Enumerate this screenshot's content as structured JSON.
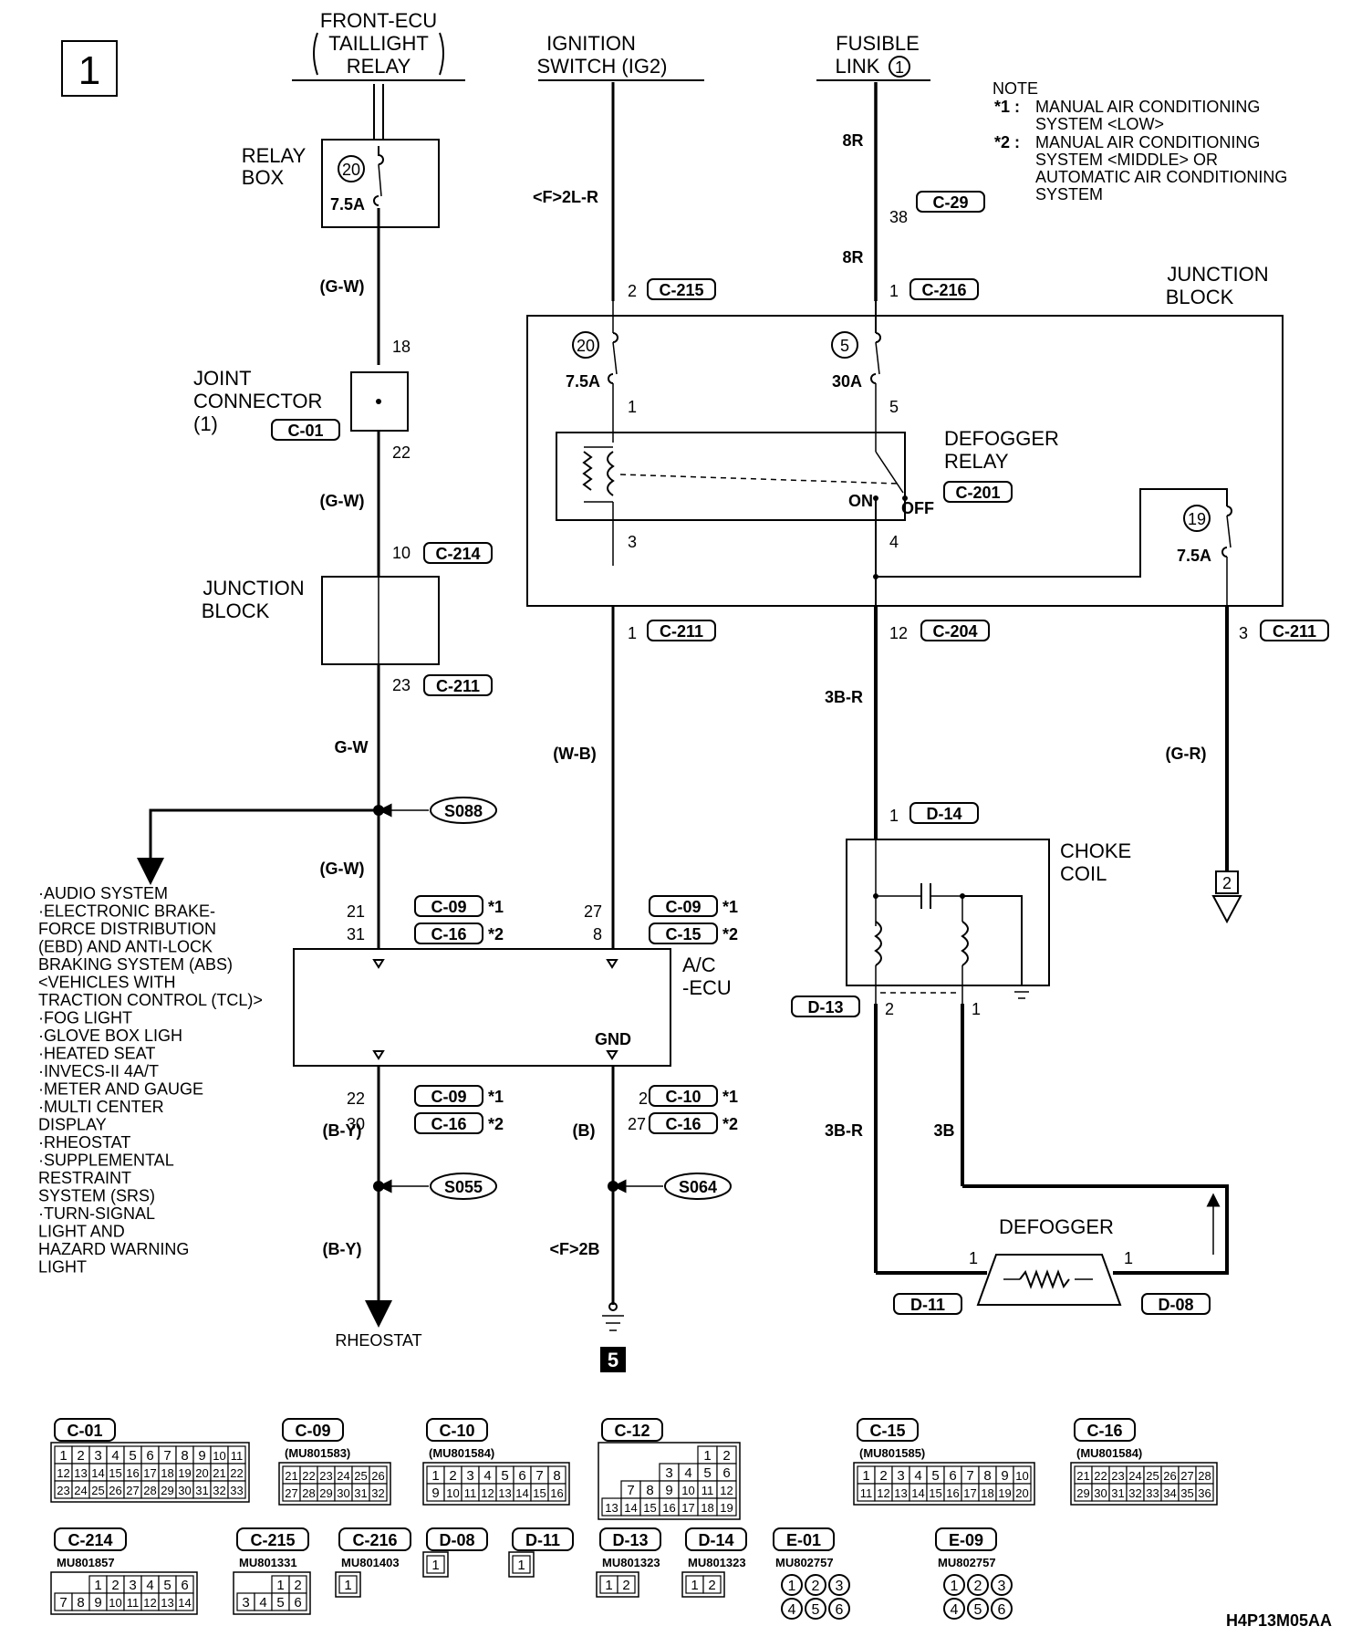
{
  "page_number": "1",
  "sources": {
    "taillight_relay": [
      "FRONT-ECU",
      "TAILLIGHT",
      "RELAY"
    ],
    "ignition": [
      "IGNITION",
      "SWITCH (IG2)"
    ],
    "fusible": [
      "FUSIBLE",
      "LINK"
    ],
    "fusible_no": "1"
  },
  "note": {
    "title": "NOTE",
    "n1_mark": "*1 :",
    "n1": [
      "MANUAL AIR CONDITIONING",
      "SYSTEM <LOW>"
    ],
    "n2_mark": "*2 :",
    "n2": [
      "MANUAL AIR CONDITIONING",
      "SYSTEM <MIDDLE> OR",
      "AUTOMATIC AIR CONDITIONING",
      "SYSTEM"
    ]
  },
  "components": {
    "relay_box": [
      "RELAY",
      "BOX"
    ],
    "joint_connector": [
      "JOINT",
      "CONNECTOR",
      "(1)"
    ],
    "junction_block_left": [
      "JUNCTION",
      "BLOCK"
    ],
    "junction_block_main": [
      "JUNCTION",
      "BLOCK"
    ],
    "defogger_relay": [
      "DEFOGGER",
      "RELAY"
    ],
    "choke_coil": [
      "CHOKE",
      "COIL"
    ],
    "ac_ecu": [
      "A/C",
      "-ECU"
    ],
    "defogger": "DEFOGGER",
    "rheostat": "RHEOSTAT",
    "gnd": "GND",
    "relay_on": "ON",
    "relay_off": "OFF"
  },
  "fuses": {
    "f20_box": {
      "no": "20",
      "rating": "7.5A"
    },
    "f20_jb": {
      "no": "20",
      "rating": "7.5A"
    },
    "f5_jb": {
      "no": "5",
      "rating": "30A"
    },
    "f19_jb": {
      "no": "19",
      "rating": "7.5A"
    }
  },
  "wires": {
    "gw1": "(G-W)",
    "gw2": "(G-W)",
    "gw3": "G-W",
    "gw4": "(G-W)",
    "f2lr": "<F>2L-R",
    "wb": "(W-B)",
    "r8a": "8R",
    "r8b": "8R",
    "b3r1": "3B-R",
    "b3r2": "3B-R",
    "b3": "3B",
    "gr": "(G-R)",
    "by1": "(B-Y)",
    "by2": "(B-Y)",
    "b": "(B)",
    "f2b": "<F>2B"
  },
  "connectors": {
    "c29": {
      "pin": "38",
      "id": "C-29"
    },
    "c215": {
      "pin": "2",
      "id": "C-215"
    },
    "c216": {
      "pin": "1",
      "id": "C-216"
    },
    "c01": {
      "id": "C-01",
      "pin_in": "18",
      "pin_out": "22"
    },
    "c214": {
      "pin": "10",
      "id": "C-214"
    },
    "c211a": {
      "pin": "23",
      "id": "C-211"
    },
    "c211b": {
      "pin": "1",
      "id": "C-211"
    },
    "c211c": {
      "pin": "3",
      "id": "C-211"
    },
    "c204": {
      "pin": "12",
      "id": "C-204"
    },
    "c201": {
      "id": "C-201"
    },
    "d14": {
      "pin": "1",
      "id": "D-14"
    },
    "d13": {
      "id": "D-13",
      "pin2": "2",
      "pin1": "1"
    },
    "d11": {
      "id": "D-11",
      "pin": "1"
    },
    "d08": {
      "id": "D-08",
      "pin": "1"
    },
    "c09_in": {
      "pin": "21",
      "id": "C-09",
      "mark": "*1"
    },
    "c16_in": {
      "pin": "31",
      "id": "C-16",
      "mark": "*2"
    },
    "c09_ig": {
      "pin": "27",
      "id": "C-09",
      "mark": "*1"
    },
    "c15_ig": {
      "pin": "8",
      "id": "C-15",
      "mark": "*2"
    },
    "c09_out": {
      "pin": "22",
      "id": "C-09",
      "mark": "*1"
    },
    "c16_out": {
      "pin": "30",
      "id": "C-16",
      "mark": "*2"
    },
    "c10_gnd": {
      "pin": "2",
      "id": "C-10",
      "mark": "*1"
    },
    "c16_gnd": {
      "pin": "27",
      "id": "C-16",
      "mark": "*2"
    }
  },
  "pin_numbers": {
    "jb_1": "1",
    "jb_5": "5",
    "relay_3": "3",
    "relay_4": "4"
  },
  "splices": {
    "s088": "S088",
    "s055": "S055",
    "s064": "S064"
  },
  "offpage": {
    "to2": "2",
    "ground5": "5"
  },
  "systems": [
    "·AUDIO SYSTEM",
    "·ELECTRONIC BRAKE-",
    "FORCE DISTRIBUTION",
    "(EBD) AND ANTI-LOCK",
    "BRAKING SYSTEM (ABS)",
    "<VEHICLES WITH",
    "TRACTION CONTROL (TCL)>",
    "·FOG LIGHT",
    "·GLOVE BOX LIGH",
    "·HEATED SEAT",
    "·INVECS-II 4A/T",
    "·METER AND GAUGE",
    "·MULTI CENTER",
    "DISPLAY",
    "·RHEOSTAT",
    "·SUPPLEMENTAL",
    "RESTRAINT",
    "SYSTEM (SRS)",
    "·TURN-SIGNAL",
    "LIGHT AND",
    "HAZARD WARNING",
    "LIGHT"
  ],
  "legend": [
    {
      "id": "C-01",
      "part": "",
      "rows": [
        [
          "1",
          "2",
          "3",
          "4",
          "5",
          "6",
          "7",
          "8",
          "9",
          "10",
          "11"
        ],
        [
          "12",
          "13",
          "14",
          "15",
          "16",
          "17",
          "18",
          "19",
          "20",
          "21",
          "22"
        ],
        [
          "23",
          "24",
          "25",
          "26",
          "27",
          "28",
          "29",
          "30",
          "31",
          "32",
          "33"
        ]
      ]
    },
    {
      "id": "C-09",
      "part": "(MU801583)",
      "rows": [
        [
          "21",
          "22",
          "23",
          "24",
          "25",
          "26"
        ],
        [
          "27",
          "28",
          "29",
          "30",
          "31",
          "32"
        ]
      ]
    },
    {
      "id": "C-10",
      "part": "(MU801584)",
      "rows": [
        [
          "1",
          "2",
          "3",
          "4",
          "5",
          "6",
          "7",
          "8"
        ],
        [
          "9",
          "10",
          "11",
          "12",
          "13",
          "14",
          "15",
          "16"
        ]
      ]
    },
    {
      "id": "C-12",
      "part": "",
      "rows": [
        [
          "1",
          "2"
        ],
        [
          "3",
          "4",
          "5",
          "6"
        ],
        [
          "7",
          "8",
          "9",
          "10",
          "11",
          "12"
        ],
        [
          "13",
          "14",
          "15",
          "16",
          "17",
          "18",
          "19"
        ]
      ]
    },
    {
      "id": "C-15",
      "part": "(MU801585)",
      "rows": [
        [
          "1",
          "2",
          "3",
          "4",
          "5",
          "6",
          "7",
          "8",
          "9",
          "10"
        ],
        [
          "11",
          "12",
          "13",
          "14",
          "15",
          "16",
          "17",
          "18",
          "19",
          "20"
        ]
      ]
    },
    {
      "id": "C-16",
      "part": "(MU801584)",
      "rows": [
        [
          "21",
          "22",
          "23",
          "24",
          "25",
          "26",
          "27",
          "28"
        ],
        [
          "29",
          "30",
          "31",
          "32",
          "33",
          "34",
          "35",
          "36"
        ]
      ]
    },
    {
      "id": "C-214",
      "part": "MU801857",
      "rows": [
        [
          "1",
          "2",
          "3",
          "4",
          "5",
          "6"
        ],
        [
          "7",
          "8",
          "9",
          "10",
          "11",
          "12",
          "13",
          "14"
        ]
      ]
    },
    {
      "id": "C-215",
      "part": "MU801331",
      "rows": [
        [
          "1",
          "2"
        ],
        [
          "3",
          "4",
          "5",
          "6"
        ]
      ]
    },
    {
      "id": "C-216",
      "part": "MU801403",
      "rows": [
        [
          "1"
        ]
      ]
    },
    {
      "id": "D-08",
      "part": "",
      "rows": [
        [
          "1"
        ]
      ]
    },
    {
      "id": "D-11",
      "part": "",
      "rows": [
        [
          "1"
        ]
      ]
    },
    {
      "id": "D-13",
      "part": "MU801323",
      "rows": [
        [
          "1",
          "2"
        ]
      ]
    },
    {
      "id": "D-14",
      "part": "MU801323",
      "rows": [
        [
          "1",
          "2"
        ]
      ]
    },
    {
      "id": "E-01",
      "part": "MU802757",
      "rows": [
        [
          "1",
          "2",
          "3"
        ],
        [
          "4",
          "5",
          "6"
        ]
      ]
    },
    {
      "id": "E-09",
      "part": "MU802757",
      "rows": [
        [
          "1",
          "2",
          "3"
        ],
        [
          "4",
          "5",
          "6"
        ]
      ]
    }
  ],
  "diagram_code": "H4P13M05AA"
}
